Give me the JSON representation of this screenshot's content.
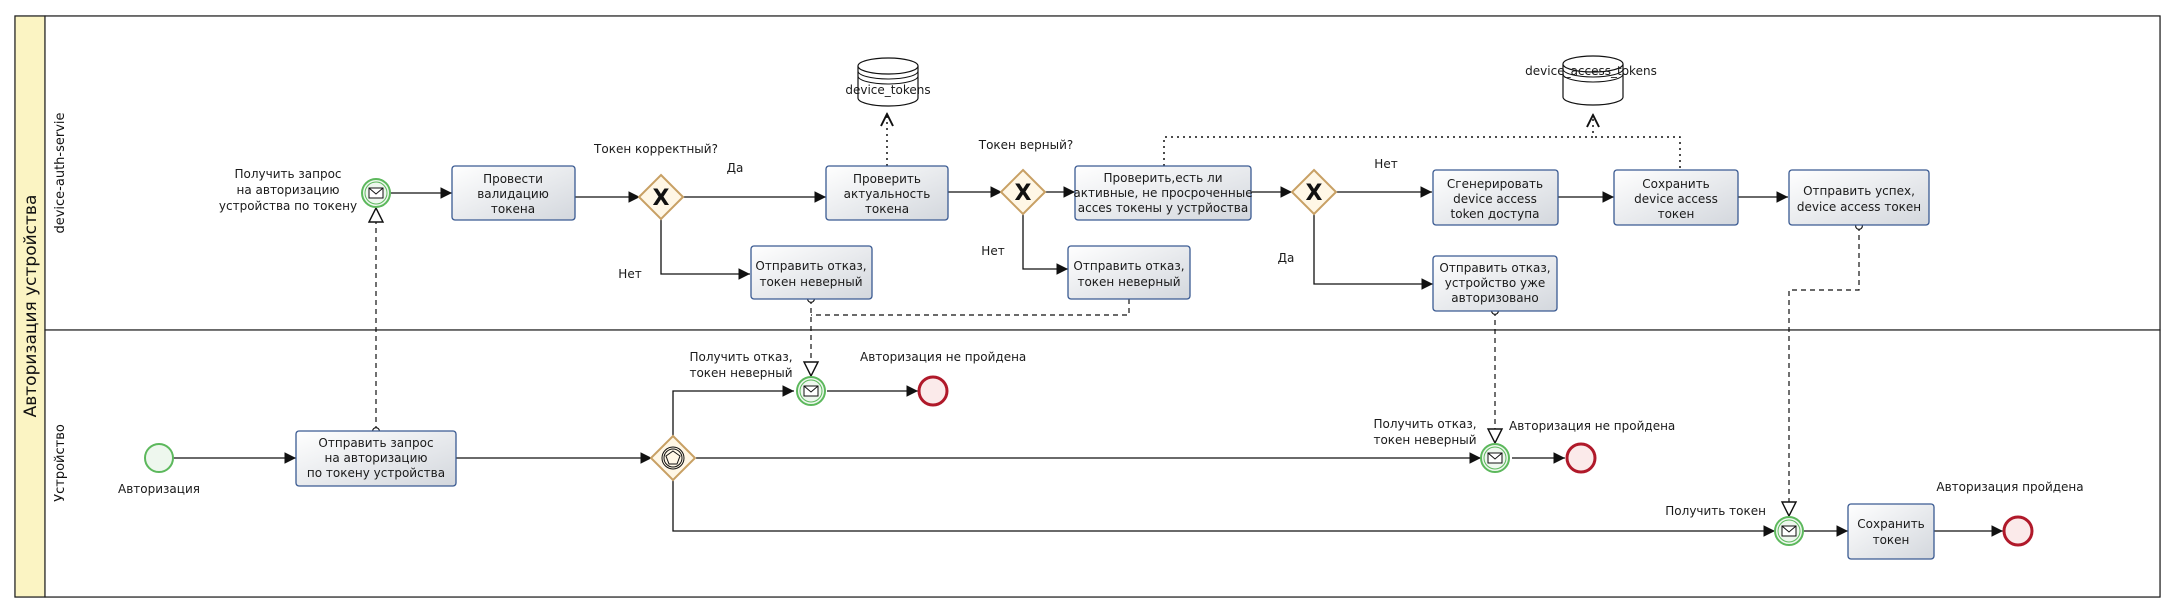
{
  "pool": {
    "label": "Авторизация устройства"
  },
  "lanes": {
    "service": "device-auth-servie",
    "device": "Устройство"
  },
  "tasks": {
    "validate": [
      "Провести",
      "валидацию",
      "токена"
    ],
    "check_actual": [
      "Проверить",
      "актуальность",
      "токена"
    ],
    "reject_token1": [
      "Отправить отказ,",
      "токен неверный"
    ],
    "check_active": [
      "Проверить,есть ли",
      "активные, не просроченные",
      "acces токены у устрйоства"
    ],
    "reject_token2": [
      "Отправить отказ,",
      "токен неверный"
    ],
    "generate": [
      "Сгенерировать",
      "device access",
      "token доступа"
    ],
    "reject_authorized": [
      "Отправить отказ,",
      "устройство уже",
      "авторизовано"
    ],
    "save_token": [
      "Сохранить",
      "device access",
      "токен"
    ],
    "send_success": [
      "Отправить успех,",
      "device access токен"
    ],
    "send_request": [
      "Отправить запрос",
      "на авторизацию",
      "по токену устройства"
    ],
    "save_local": [
      "Сохранить",
      "токен"
    ]
  },
  "data_stores": {
    "device_tokens": "device_tokens",
    "device_access_tokens": "device_access_tokens"
  },
  "events": {
    "receive_request": [
      "Получить запрос",
      "на авторизацию",
      "устройства по токену"
    ],
    "start": "Авторизация",
    "receive_reject1": [
      "Получить отказ,",
      "токен неверный"
    ],
    "end_fail1": "Авторизация не пройдена",
    "receive_reject2": [
      "Получить отказ,",
      "токен неверный"
    ],
    "end_fail2": "Авторизация не пройдена",
    "receive_token": "Получить токен",
    "end_success": "Авторизация пройдена"
  },
  "gateways": {
    "g1_question": "Токен корректный?",
    "g1_yes": "Да",
    "g1_no": "Нет",
    "g2_question": "Токен верный?",
    "g2_no": "Нет",
    "g3_no": "Нет",
    "g3_yes": "Да"
  },
  "colors": {
    "pool_fill": "#fbf4c3",
    "lane_fill": "#ffffff",
    "task_fill": "#e6e9ee",
    "task_stroke": "#3a5a92",
    "gateway_fill": "#fff7e6",
    "gateway_stroke": "#c8a064",
    "start_stroke": "#5cb85c",
    "start_fill": "#eef7ee",
    "end_stroke": "#b0192a",
    "end_fill": "#fbeaea"
  }
}
